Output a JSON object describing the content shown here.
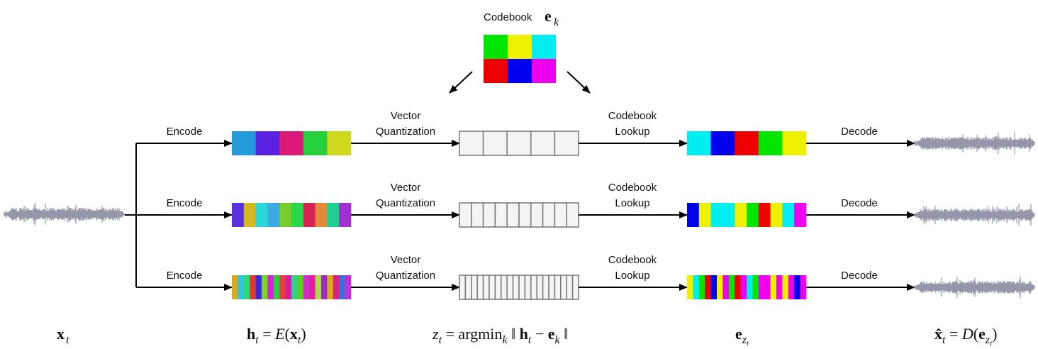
{
  "codebook": {
    "title": "Codebook",
    "symbol": "e",
    "symbol_sub": "k",
    "colors": [
      "#00e600",
      "#eef000",
      "#00eef0",
      "#ef0000",
      "#0000ee",
      "#ee00ee"
    ]
  },
  "labels": {
    "encode": "Encode",
    "vq_line1": "Vector",
    "vq_line2": "Quantization",
    "lookup_line1": "Codebook",
    "lookup_line2": "Lookup",
    "decode": "Decode"
  },
  "rows": [
    {
      "segments": 5,
      "encoded_colors": [
        "#229bd8",
        "#5a22e0",
        "#d91a78",
        "#26d03c",
        "#d0d81e"
      ],
      "lookup_colors": [
        "#00eef0",
        "#0000ee",
        "#ef0000",
        "#00e600",
        "#eef000"
      ]
    },
    {
      "segments": 10,
      "encoded_colors": [
        "#5a30e0",
        "#d4b81e",
        "#2ad6da",
        "#3aaae0",
        "#78cc2a",
        "#26d84a",
        "#d82450",
        "#e08a3a",
        "#1ed090",
        "#a030d0"
      ],
      "lookup_colors": [
        "#0000ee",
        "#eef000",
        "#00eef0",
        "#00eef0",
        "#eef000",
        "#00e600",
        "#ef0000",
        "#eef000",
        "#00eef0",
        "#ee00ee"
      ]
    },
    {
      "segments": 20,
      "encoded_colors": [
        "#d8aa20",
        "#30c8e0",
        "#30d878",
        "#e03a2a",
        "#3a2ae0",
        "#7ad820",
        "#d822d8",
        "#26d040",
        "#e04040",
        "#d81aa0",
        "#30d090",
        "#5ad01e",
        "#d030c8",
        "#e020a0",
        "#a8e040",
        "#a02ad0",
        "#d8aa20",
        "#e02080",
        "#3a70d8",
        "#c030d8"
      ],
      "lookup_colors": [
        "#eef000",
        "#00eef0",
        "#00e600",
        "#ef0000",
        "#0000ee",
        "#eef000",
        "#ee00ee",
        "#00e600",
        "#ef0000",
        "#ee00ee",
        "#00eef0",
        "#00e600",
        "#ee00ee",
        "#ee00ee",
        "#eef000",
        "#ee00ee",
        "#eef000",
        "#ee00ee",
        "#0000ee",
        "#ee00ee"
      ]
    }
  ],
  "equations": {
    "input": "x_t",
    "encoder": "h_t = E(x_t)",
    "quantize": "z_t = argmin_k ‖ h_t − e_k ‖",
    "lookup": "e_{z_t}",
    "decoder": "x̂_t = D(e_{z_t})"
  },
  "colors": {
    "waveform": "#9696aa",
    "quant_cell_fill": "#f4f4f4",
    "quant_cell_stroke": "#777777",
    "line": "#000000"
  }
}
